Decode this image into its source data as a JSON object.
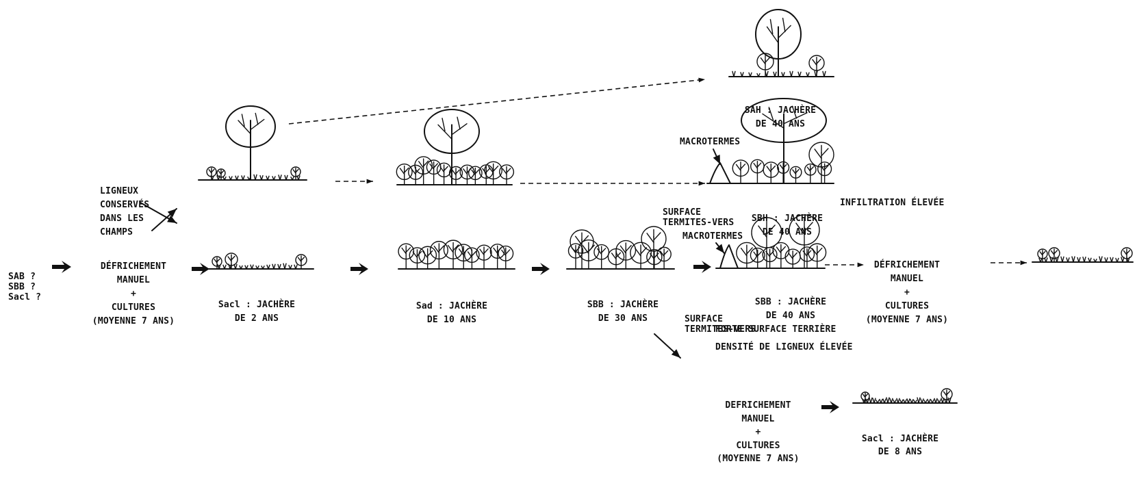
{
  "origin": {
    "lines": [
      "SAB ?",
      "SBB ?",
      "Sacl ?"
    ]
  },
  "clearing_1": {
    "lines": [
      "DÉFRICHEMENT",
      "MANUEL",
      "+",
      "CULTURES",
      "(MOYENNE 7 ANS)"
    ]
  },
  "woody_kept": {
    "lines": [
      "LIGNEUX",
      "CONSERVÉS",
      "DANS LES",
      "CHAMPS"
    ]
  },
  "stage_sacl2": {
    "lines": [
      "Sacl : JACHÈRE",
      "DE 2 ANS"
    ]
  },
  "stage_sad10": {
    "lines": [
      "Sad : JACHÈRE",
      "DE 10 ANS"
    ]
  },
  "stage_sbb30": {
    "lines": [
      "SBB : JACHÈRE",
      "DE 30 ANS"
    ]
  },
  "stage_sbb40": {
    "lines": [
      "SBB : JACHÈRE",
      "DE 40 ANS"
    ]
  },
  "stage_sbh40": {
    "lines": [
      "SBH : JACHÈRE",
      "DE 40 ANS"
    ]
  },
  "stage_sah40": {
    "lines": [
      "SAH : JACHÈRE",
      "DE 40 ANS"
    ]
  },
  "stage_sacl8": {
    "lines": [
      "Sacl : JACHÈRE",
      "DE 8 ANS"
    ]
  },
  "macrotermes_upper": "MACROTERMES",
  "macrotermes_lower": "MACROTERMES",
  "surface_upper": {
    "lines": [
      "SURFACE",
      "TERMITES-VERS"
    ]
  },
  "surface_lower": {
    "lines": [
      "SURFACE",
      "TERMITES-VERS"
    ]
  },
  "infiltration": "INFILTRATION ÉLEVÉE",
  "clearing_2": {
    "lines": [
      "DÉFRICHEMENT",
      "MANUEL",
      "+",
      "CULTURES",
      "(MOYENNE 7 ANS)"
    ]
  },
  "basal_area": "FORTE SURFACE TERRIÈRE",
  "woody_density": "DENSITÉ DE LIGNEUX ÉLEVÉE",
  "clearing_3": {
    "lines": [
      "DEFRICHEMENT",
      "MANUEL",
      "+",
      "CULTURES",
      "(MOYENNE 7 ANS)"
    ]
  }
}
